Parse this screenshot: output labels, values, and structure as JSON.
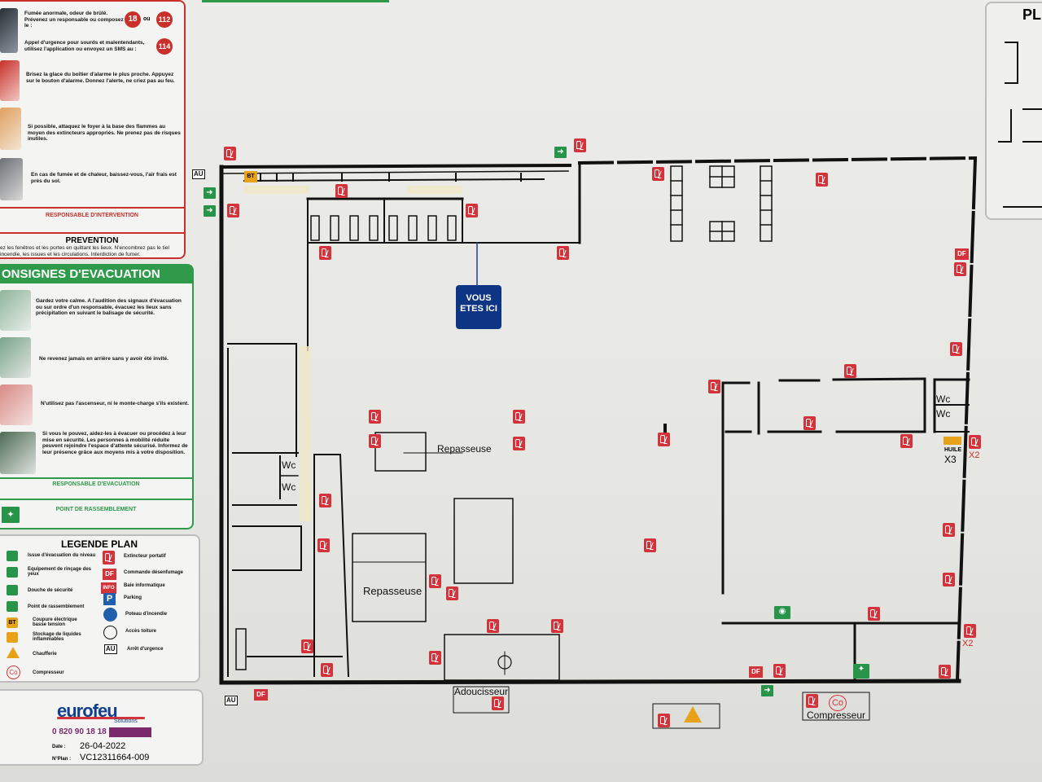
{
  "top_panel": {
    "fire_text": "Fumée anormale, odeur de brûlé. Prévenez un responsable ou composez le :",
    "num_18": "18",
    "num_ou": "ou",
    "num_112": "112",
    "deaf_text": "Appel d'urgence pour sourds et malentendants, utilisez l'application ou envoyez un SMS au :",
    "num_114": "114",
    "alarm_text": "Brisez la glace du boîtier d'alarme le plus proche. Appuyez sur le bouton d'alarme. Donnez l'alerte, ne criez pas au feu.",
    "attack_text": "Si possible, attaquez le foyer à la base des flammes au moyen des extincteurs appropriés. Ne prenez pas de risques inutiles.",
    "smoke_text": "En cas de fumée et de chaleur, baissez-vous, l'air frais est près du sol.",
    "responsable_intervention": "RESPONSABLE D'INTERVENTION",
    "prevention_title": "PREVENTION",
    "prevention_text": "ez les fenêtres et les portes en quittant les lieux. N'encombrez pas le tiel incendie, les issues et les circulations. Interdiction de fumer."
  },
  "evac_panel": {
    "title": "ONSIGNES D'EVACUATION",
    "calm_text": "Gardez votre calme. A l'audition des signaux d'évacuation ou sur ordre d'un responsable, évacuez les lieux sans précipitation en suivant le balisage de sécurité.",
    "noback_text": "Ne revenez jamais en arrière sans y avoir été invité.",
    "elevator_text": "N'utilisez pas l'ascenseur, ni le monte-charge s'ils existent.",
    "help_text": "Si vous le pouvez, aidez-les à évacuer ou procédez à leur mise en sécurité. Les personnes à mobilité réduite peuvent rejoindre l'espace d'attente sécurisé. Informez de leur présence grâce aux moyens mis à votre disposition.",
    "responsable_evacuation": "RESPONSABLE D'EVACUATION",
    "point_rassemblement": "POINT DE RASSEMBLEMENT"
  },
  "legend": {
    "title": "LEGENDE PLAN",
    "items_left": [
      "Issue d'évacuation du niveau",
      "Equipement de rinçage des yeux",
      "Douche de sécurité",
      "Point de rassemblement",
      "Coupure électrique basse tension",
      "Stockage de liquides inflammables",
      "Chaufferie",
      "Compresseur"
    ],
    "items_right": [
      "Extincteur portatif",
      "Commande désenfumage",
      "Baie informatique",
      "Parking",
      "Poteau d'incendie",
      "Accès toiture",
      "Arrêt d'urgence"
    ],
    "df": "DF",
    "info": "INFO",
    "p": "P",
    "au": "AU",
    "bt": "BT",
    "co": "Co"
  },
  "brand": {
    "name": "eurofeu",
    "sub": "Solutions",
    "phone": "0 820 90 18 18",
    "date_label": "Date :",
    "date": "26-04-2022",
    "plan_label": "N°Plan :",
    "plan_no": "VC12311664-009"
  },
  "right_panel": {
    "title": "PL"
  },
  "plan": {
    "vous_line1": "VOUS",
    "vous_line2": "ETES ICI",
    "repasseuse": "Repasseuse",
    "adoucisseur": "Adoucisseur",
    "compresseur": "Compresseur",
    "wc": "Wc",
    "huile": "HUILE",
    "x3": "X3",
    "x2": "X2",
    "df": "DF",
    "au": "AU",
    "bt": "BT",
    "co": "Co"
  },
  "colors": {
    "red": "#d3343b",
    "green": "#28944a",
    "navy": "#0d3584",
    "orange": "#e8a21a"
  }
}
